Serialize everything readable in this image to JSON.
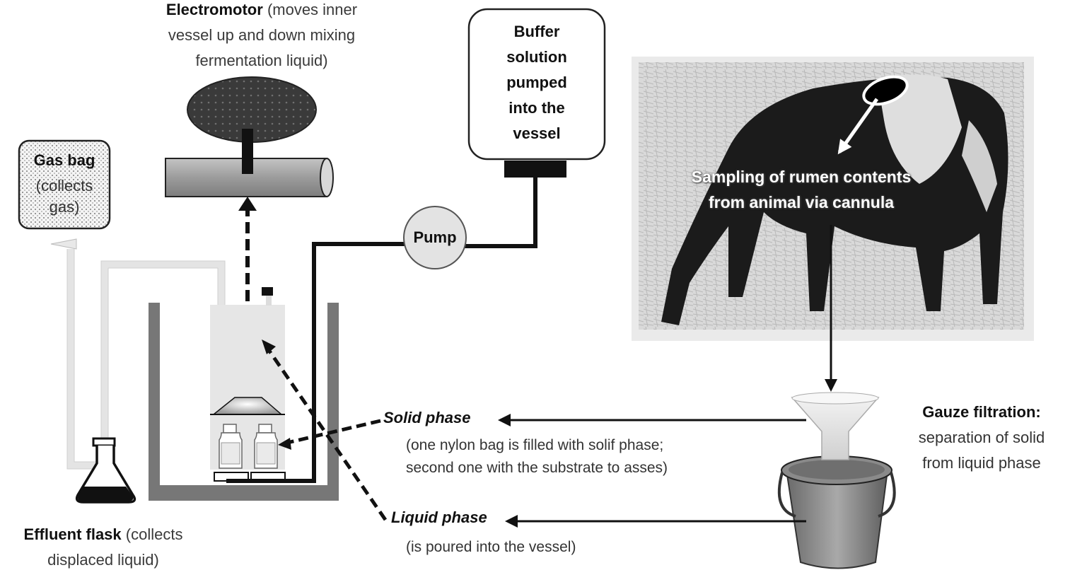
{
  "electromotor": {
    "title": "Electromotor",
    "desc_line1": "(moves inner",
    "desc_line2": "vessel up and down mixing",
    "desc_line3": "fermentation liquid)"
  },
  "buffer": {
    "line1": "Buffer",
    "line2": "solution",
    "line3": "pumped",
    "line4": "into the",
    "line5": "vessel"
  },
  "gas_bag": {
    "title": "Gas bag",
    "line2": "(collects",
    "line3": "gas)"
  },
  "pump": {
    "label": "Pump"
  },
  "cow": {
    "line1": "Sampling of rumen contents",
    "line2": "from animal via cannula"
  },
  "solid_phase": {
    "title": "Solid phase",
    "line1": "(one nylon bag is filled with solif phase;",
    "line2": "second one with the substrate to asses)"
  },
  "liquid_phase": {
    "title": "Liquid phase",
    "line1": "(is poured into the vessel)"
  },
  "gauze": {
    "title": "Gauze filtration:",
    "line2": "separation of solid",
    "line3": "from liquid phase"
  },
  "effluent": {
    "title": "Effluent flask",
    "line1_rest": "(collects",
    "line2": "displaced liquid)"
  },
  "colors": {
    "text_label": "#3a3a3a",
    "dark": "#111111",
    "motor_gray": "#999999",
    "water_bath": "#777777",
    "vessel": "#e6e6e6",
    "pump_fill": "#e3e3e3"
  }
}
